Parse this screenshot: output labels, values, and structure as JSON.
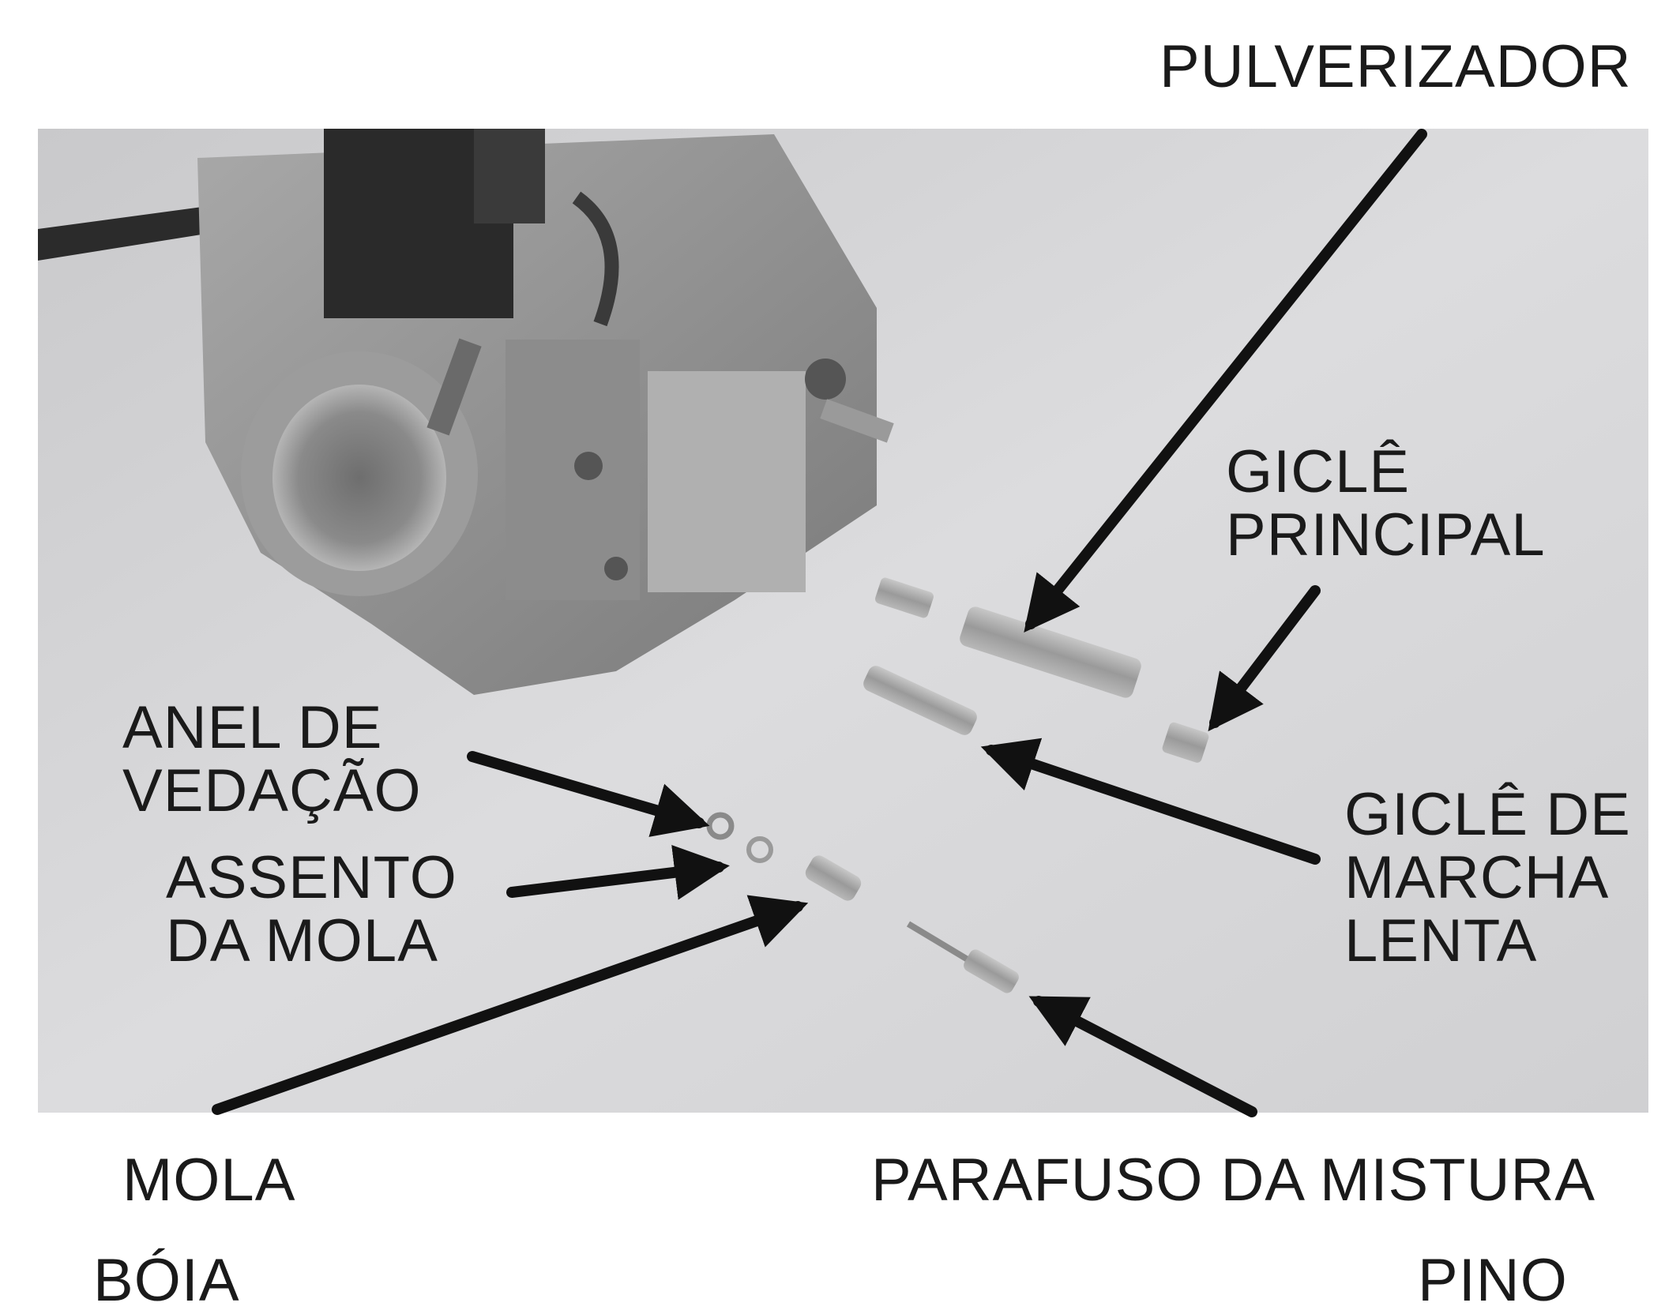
{
  "labels": {
    "pulverizador": "PULVERIZADOR",
    "giclePrincipal": [
      "GICLÊ",
      "PRINCIPAL"
    ],
    "anelDeVedacao": [
      "ANEL DE",
      "VEDAÇÃO"
    ],
    "assentoDaMola": [
      "ASSENTO",
      "DA MOLA"
    ],
    "gicleDeMarchaLenta": [
      "GICLÊ DE",
      "MARCHA",
      "LENTA"
    ],
    "mola": "MOLA",
    "parafusoDaMistura": "PARAFUSO DA MISTURA",
    "boia": "BÓIA",
    "pino": "PINO"
  },
  "colors": {
    "background": "#ffffff",
    "photo_background": "#d4d4d4",
    "arrow": "#111111",
    "text": "#1a1a1a"
  },
  "picture": "carburetor"
}
